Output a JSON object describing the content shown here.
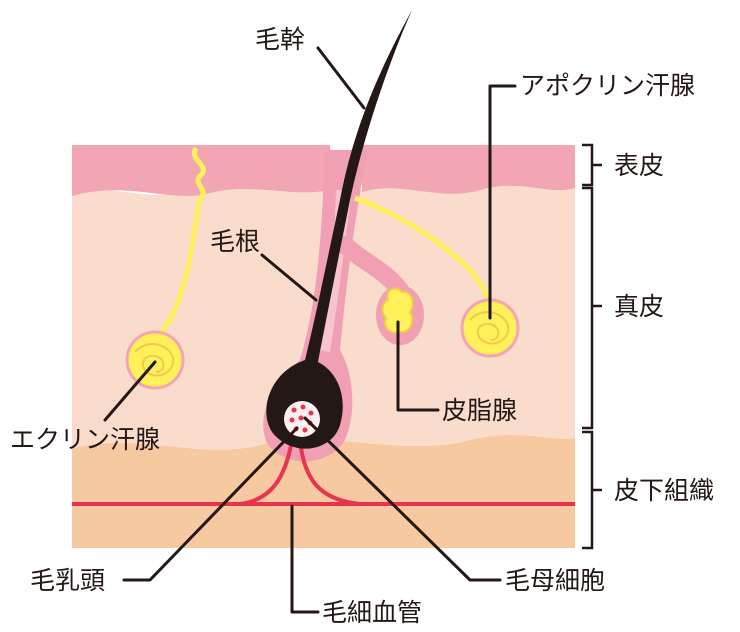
{
  "labels": {
    "hair_shaft": "毛幹",
    "apocrine_gland": "アポクリン汗腺",
    "epidermis": "表皮",
    "hair_root": "毛根",
    "dermis": "真皮",
    "sebaceous_gland": "皮脂腺",
    "eccrine_gland": "エクリン汗腺",
    "subcutaneous_tissue": "皮下組織",
    "dermal_papilla": "毛乳頭",
    "hair_matrix_cell": "毛母細胞",
    "capillary": "毛細血管"
  },
  "colors": {
    "epidermis": "#f2a5b3",
    "dermis": "#fadccd",
    "subcutaneous": "#f7c9a1",
    "follicle_sheath": "#f0a0b2",
    "hair": "#231815",
    "gland": "#fff15a",
    "gland_outline": "#f2c94c",
    "blood_vessel": "#e8344e",
    "papilla": "#fdeef0"
  }
}
